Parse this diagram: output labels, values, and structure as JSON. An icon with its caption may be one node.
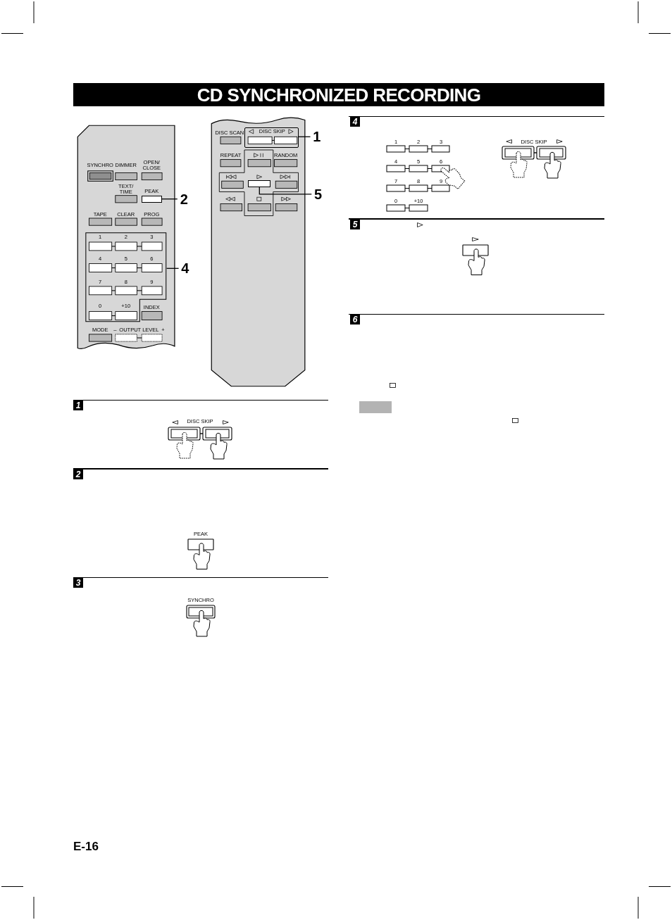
{
  "diagram": {
    "title": "CD SYNCHRONIZED RECORDING",
    "nodes": [
      {
        "text": [
          "1"
        ]
      },
      {
        "text": [
          "DISC SKIP"
        ]
      },
      {
        "text": [
          "2"
        ]
      },
      {
        "text": [],
        "shape": "box",
        "beside": [
          "PEAK"
        ]
      },
      {
        "text": [
          "5"
        ]
      },
      {
        "text": [],
        "shape": "box"
      },
      {
        "text": [
          "4"
        ]
      },
      {
        "text": [
          "1",
          "2",
          "3",
          "4",
          "5",
          "6",
          "7",
          "8",
          "9",
          "0",
          "+10"
        ]
      }
    ],
    "edges": [
      {
        "from": 0,
        "to": 1,
        "arrow": "none"
      },
      {
        "from": 2,
        "to": 3,
        "arrow": "none"
      },
      {
        "from": 4,
        "to": 5,
        "arrow": "none"
      },
      {
        "from": 6,
        "to": 7,
        "arrow": "none"
      }
    ],
    "labels": [
      "SYNCHRO",
      "DIMMER",
      "OPEN/ CLOSE",
      "TEXT/ TIME",
      "TAPE",
      "CLEAR",
      "PROG",
      "INDEX",
      "MODE",
      "–",
      "OUTPUT LEVEL",
      "+",
      "DISC SCAN",
      "REPEAT",
      "RANDOM",
      "1",
      "DISC SKIP",
      "2",
      "PEAK",
      "3",
      "SYNCHRO",
      "4",
      "1",
      "2",
      "3",
      "4",
      "5",
      "6",
      "7",
      "8",
      "9",
      "0",
      "+10",
      "DISC SKIP",
      "5",
      "6",
      "E-16"
    ]
  }
}
